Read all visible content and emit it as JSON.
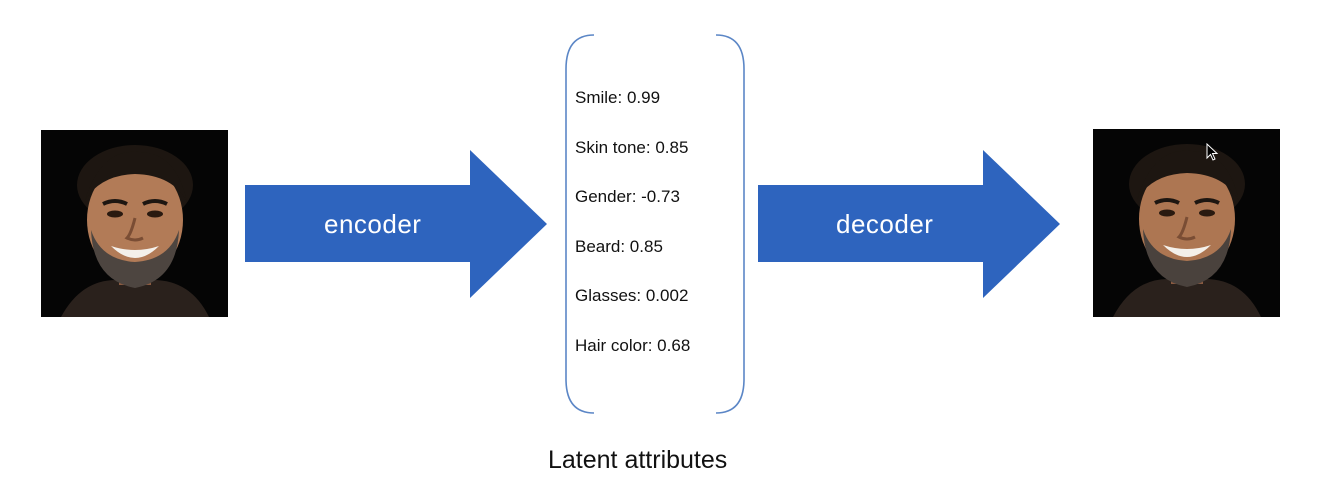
{
  "diagram": {
    "encoder_label": "encoder",
    "decoder_label": "decoder",
    "latent_caption": "Latent attributes",
    "latent_attributes": [
      "Smile: 0.99",
      "Skin tone: 0.85",
      "Gender: -0.73",
      "Beard: 0.85",
      "Glasses: 0.002",
      "Hair color: 0.68"
    ]
  },
  "colors": {
    "arrow_fill": "#2e64be",
    "bracket_stroke": "#5b86c6",
    "image_background": "#050505"
  },
  "icons": {
    "input_image": "smiling-bearded-man-photo",
    "output_image": "reconstructed-smiling-bearded-man-photo",
    "cursor": "mouse-pointer-icon"
  }
}
